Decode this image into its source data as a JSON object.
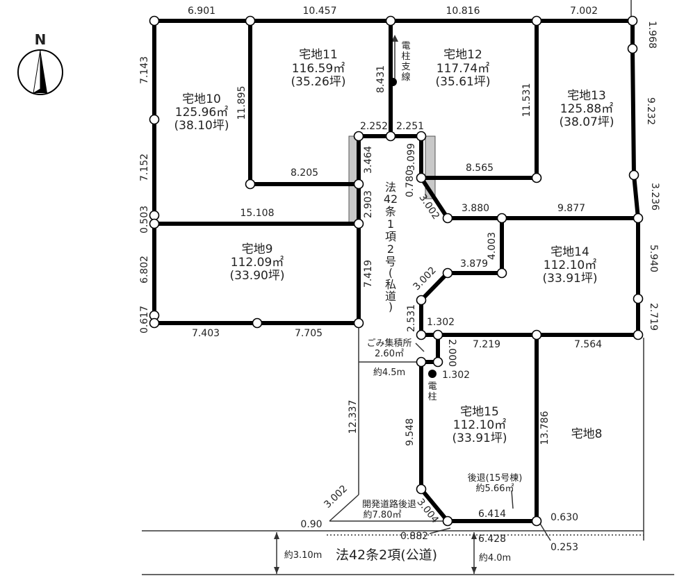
{
  "compass": {
    "north_label": "N"
  },
  "lots": [
    {
      "name": "宅地10",
      "area_m2": "125.96㎡",
      "area_tsubo": "(38.10坪)"
    },
    {
      "name": "宅地11",
      "area_m2": "116.59㎡",
      "area_tsubo": "(35.26坪)"
    },
    {
      "name": "宅地12",
      "area_m2": "117.74㎡",
      "area_tsubo": "(35.61坪)"
    },
    {
      "name": "宅地13",
      "area_m2": "125.88㎡",
      "area_tsubo": "(38.07坪)"
    },
    {
      "name": "宅地9",
      "area_m2": "112.09㎡",
      "area_tsubo": "(33.90坪)"
    },
    {
      "name": "宅地14",
      "area_m2": "112.10㎡",
      "area_tsubo": "(33.91坪)"
    },
    {
      "name": "宅地15",
      "area_m2": "112.10㎡",
      "area_tsubo": "(33.91坪)"
    },
    {
      "name": "宅地8"
    }
  ],
  "private_road": {
    "label": [
      "法",
      "42",
      "条",
      "1",
      "項",
      "2",
      "号",
      "(",
      "私",
      "道",
      ")"
    ]
  },
  "public_road": {
    "label": "法42条2項(公道)",
    "width_left": "約3.10m",
    "width_right": "約4.0m"
  },
  "annotations": {
    "pole_wire": [
      "電",
      "柱",
      "支",
      "線"
    ],
    "pole": [
      "電",
      "柱"
    ],
    "garbage": "ごみ集積所",
    "garbage_area": "2.60㎡",
    "approx_45": "約4.5m",
    "setback_dev": "開発道路後退",
    "setback_dev_area": "約7.80㎡",
    "setback_15": "後退(15号棟)",
    "setback_15_area": "約5.66㎡"
  },
  "dimensions": {
    "d6901": "6.901",
    "d10457": "10.457",
    "d10816": "10.816",
    "d7002": "7.002",
    "d1968": "1.968",
    "d9232": "9.232",
    "d3236": "3.236",
    "d5940": "5.940",
    "d2719": "2.719",
    "d7143": "7.143",
    "d7152": "7.152",
    "d0503": "0.503",
    "d6802": "6.802",
    "d0617": "0.617",
    "d11895": "11.895",
    "d8431": "8.431",
    "d11531": "11.531",
    "d2252": "2.252",
    "d2251": "2.251",
    "d3464": "3.464",
    "d3099": "3.099",
    "d8205": "8.205",
    "d8565": "8.565",
    "d0780": "0.780",
    "d2903": "2.903",
    "d3002a": "3.002",
    "d3880": "3.880",
    "d9877": "9.877",
    "d15108": "15.108",
    "d4003": "4.003",
    "d3879": "3.879",
    "d3002b": "3.002",
    "d7419": "7.419",
    "d7403": "7.403",
    "d7705": "7.705",
    "d2531": "2.531",
    "d1302a": "1.302",
    "d7219": "7.219",
    "d7564": "7.564",
    "d2000": "2.000",
    "d1302b": "1.302",
    "d12337": "12.337",
    "d9548": "9.548",
    "d13786": "13.786",
    "d3002c": "3.002",
    "d3004": "3.004",
    "d6414": "6.414",
    "d0630": "0.630",
    "d090": "0.90",
    "d0882": "0.882",
    "d6428": "6.428",
    "d0253": "0.253"
  }
}
